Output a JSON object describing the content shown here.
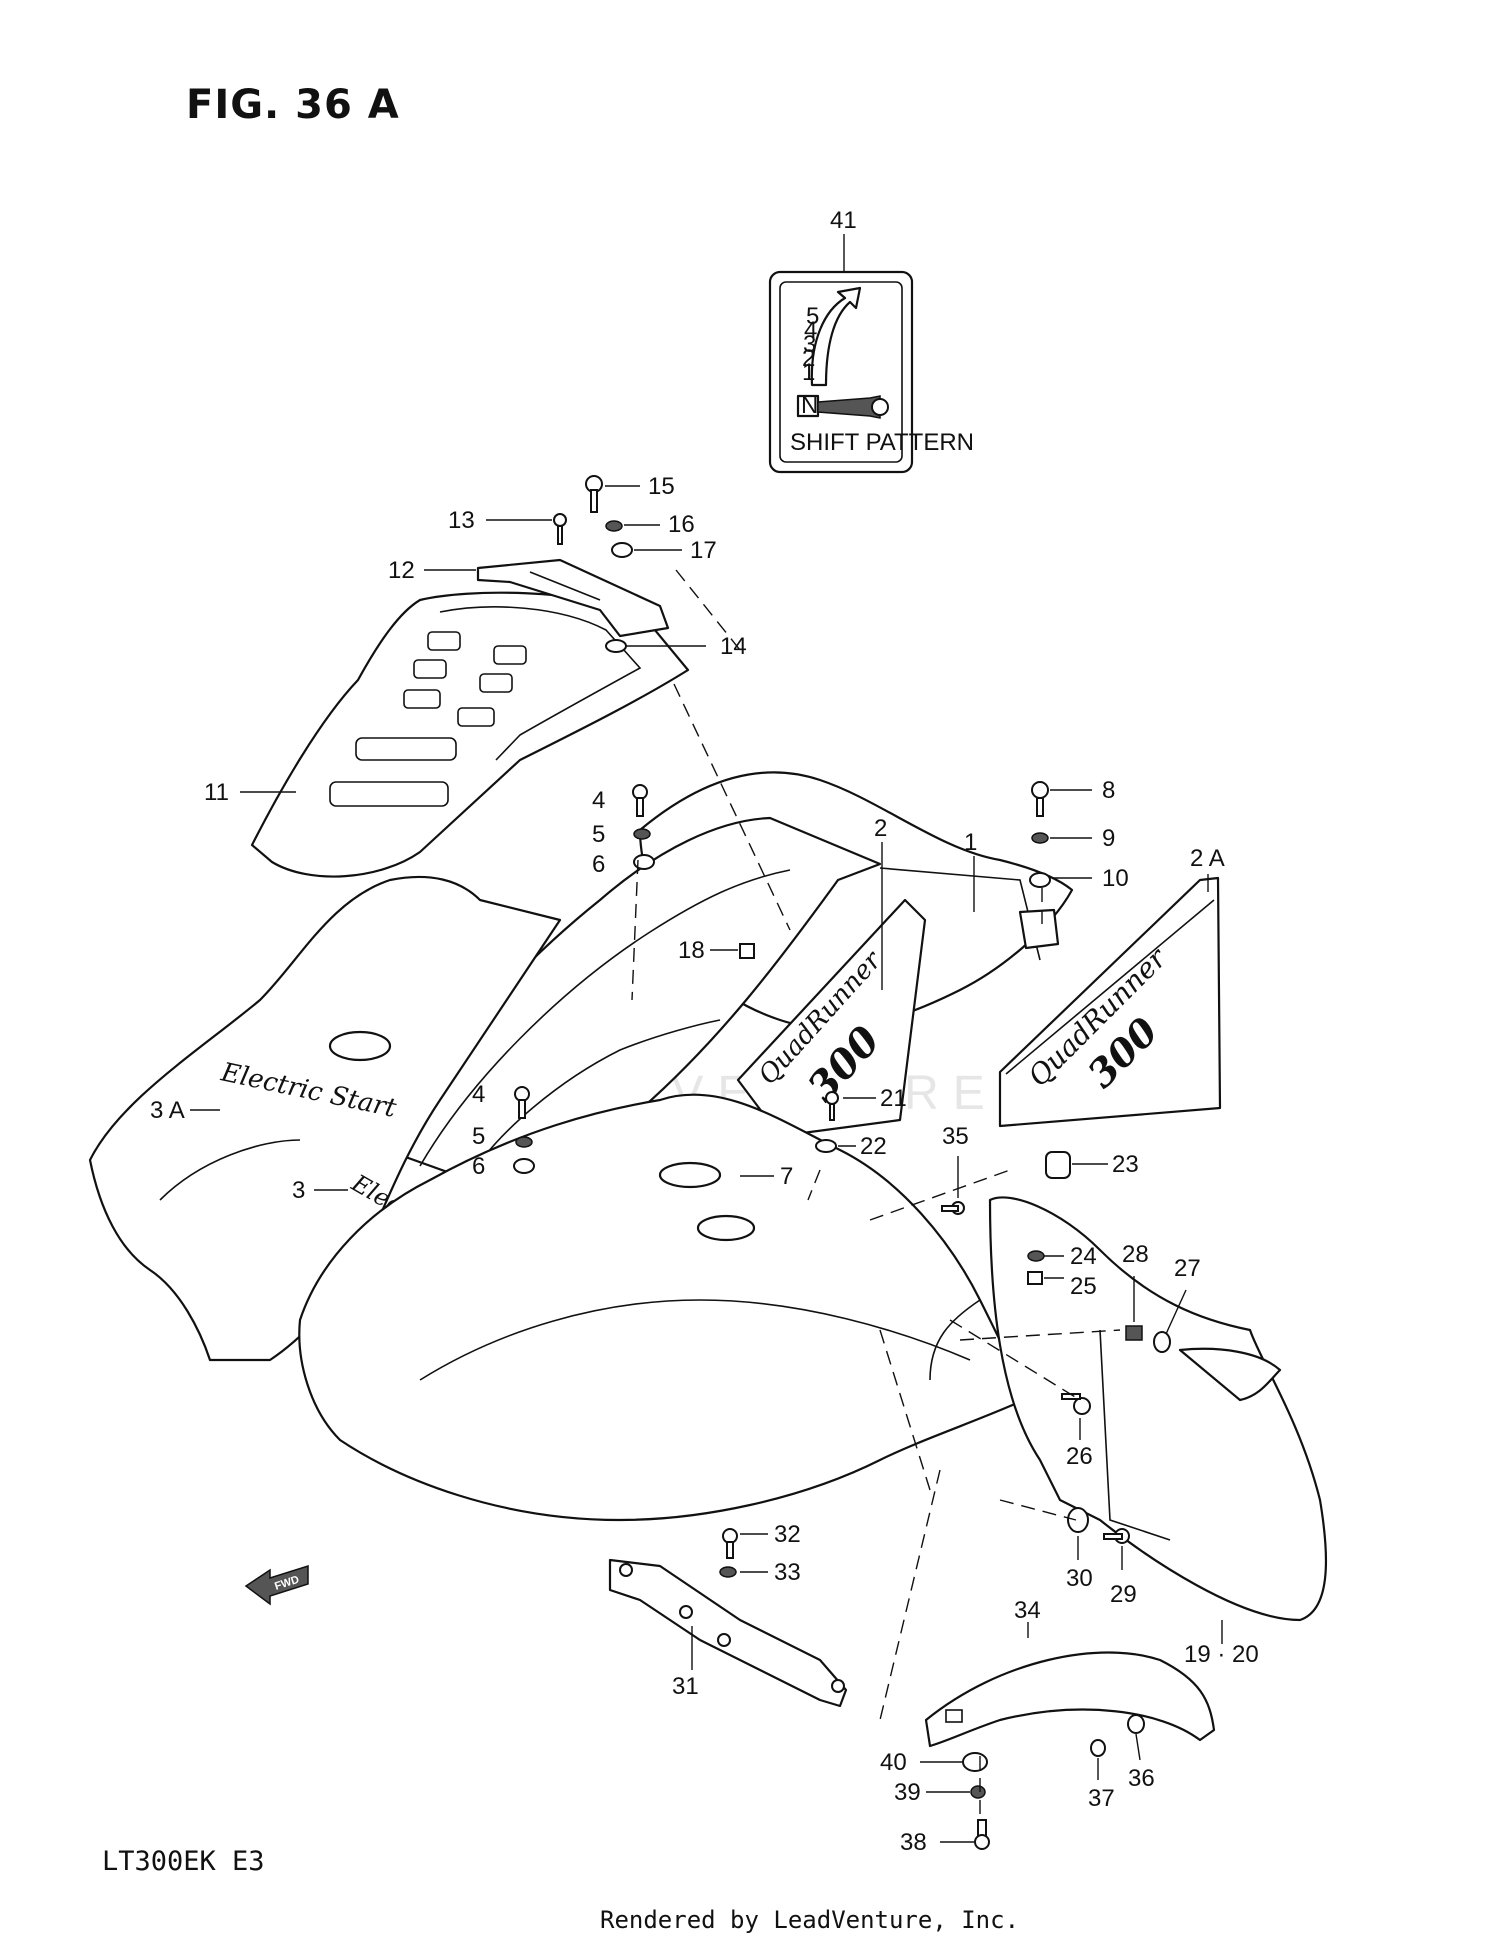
{
  "figure": {
    "title": "FIG. 36 A",
    "model": "LT300EK  E3",
    "footer": "Rendered by LeadVenture, Inc.",
    "watermark": "LEADVENTURE"
  },
  "decals": {
    "shift_pattern": {
      "gears": [
        "5",
        "4",
        "3",
        "2",
        "1"
      ],
      "neutral": "N",
      "caption": "SHIFT PATTERN"
    },
    "electric_start": "Electric Start",
    "quad_runner": "QuadRunner",
    "model_number": "300",
    "fwd_arrow": "FWD"
  },
  "callouts": [
    "1",
    "2",
    "2 A",
    "3",
    "3 A",
    "4",
    "5",
    "6",
    "7",
    "8",
    "9",
    "10",
    "11",
    "12",
    "13",
    "14",
    "15",
    "16",
    "17",
    "18",
    "19 · 20",
    "21",
    "22",
    "23",
    "24",
    "25",
    "26",
    "27",
    "28",
    "29",
    "30",
    "31",
    "32",
    "33",
    "34",
    "35",
    "36",
    "37",
    "38",
    "39",
    "40",
    "41"
  ]
}
